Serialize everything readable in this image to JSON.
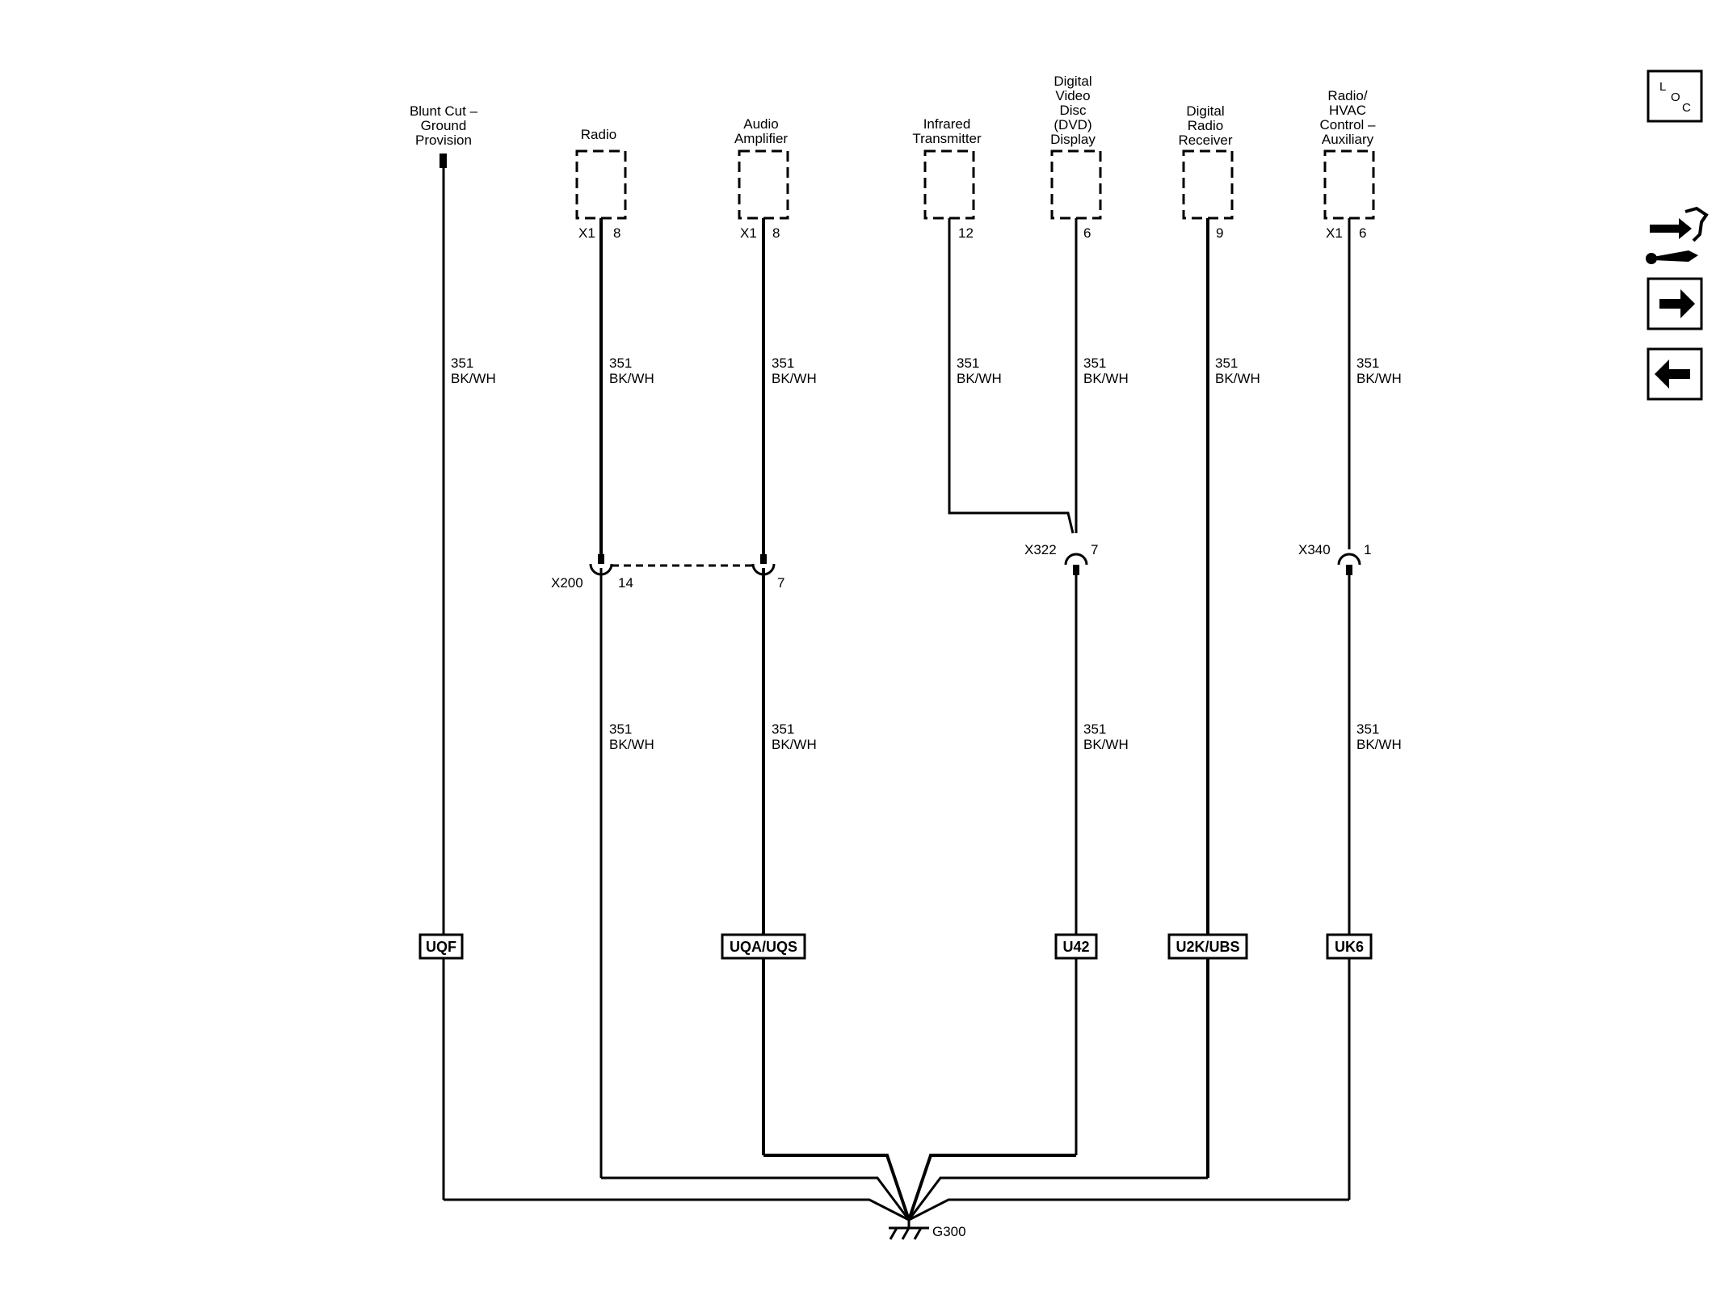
{
  "components": {
    "blunt_cut": [
      "Blunt Cut –",
      "Ground",
      "Provision"
    ],
    "radio": [
      "Radio"
    ],
    "audio_amp": [
      "Audio",
      "Amplifier"
    ],
    "infrared": [
      "Infrared",
      "Transmitter"
    ],
    "dvd": [
      "Digital",
      "Video",
      "Disc",
      "(DVD)",
      "Display"
    ],
    "digital_radio": [
      "Digital",
      "Radio",
      "Receiver"
    ],
    "hvac": [
      "Radio/",
      "HVAC",
      "Control –",
      "Auxiliary"
    ]
  },
  "pins": {
    "radio_conn": "X1",
    "radio_pin": "8",
    "amp_conn": "X1",
    "amp_pin": "8",
    "infrared_pin": "12",
    "dvd_pin": "6",
    "digital_radio_pin": "9",
    "hvac_conn": "X1",
    "hvac_pin": "6"
  },
  "wire": {
    "circuit": "351",
    "color": "BK/WH"
  },
  "connectors": {
    "x200": "X200",
    "x200_pin_a": "14",
    "x200_pin_b": "7",
    "x322": "X322",
    "x322_pin": "7",
    "x340": "X340",
    "x340_pin": "1"
  },
  "options": {
    "uqf": "UQF",
    "uqa": "UQA/UQS",
    "u42": "U42",
    "u2k": "U2K/UBS",
    "uk6": "UK6"
  },
  "ground": "G300",
  "nav": {
    "loc": [
      "L",
      "O",
      "C"
    ]
  }
}
